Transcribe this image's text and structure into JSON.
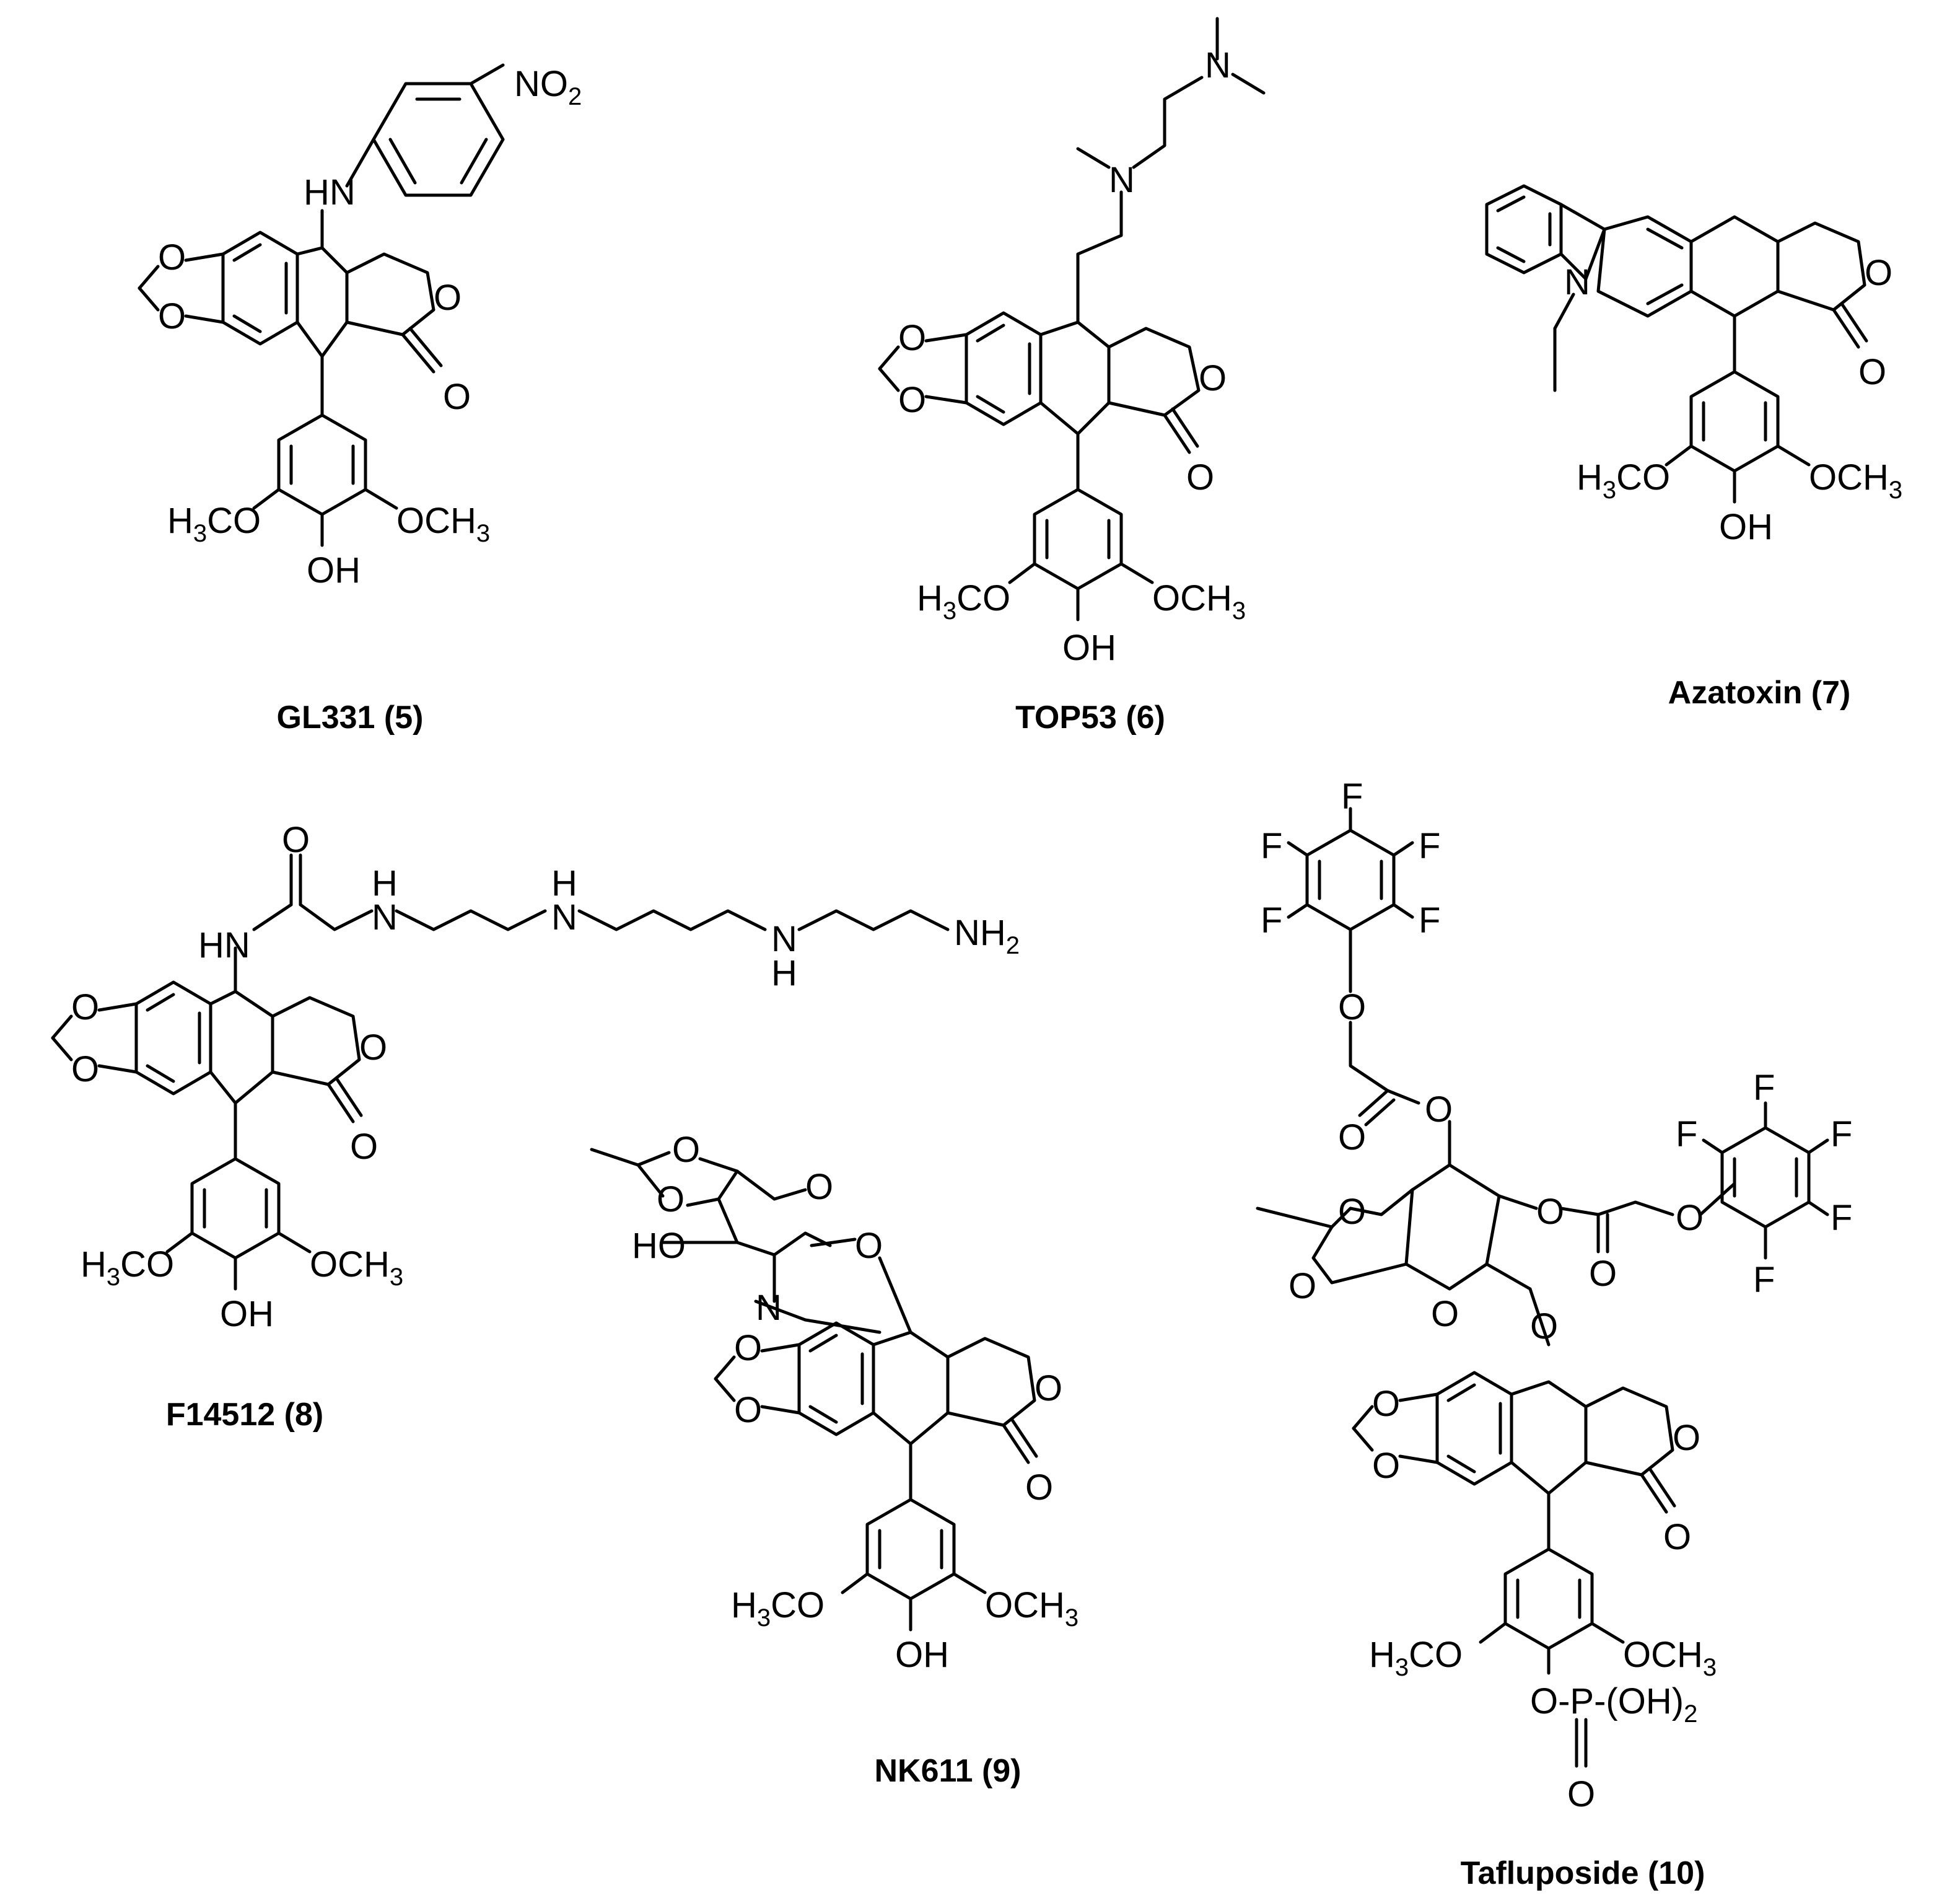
{
  "molecules": [
    {
      "id": "gl331",
      "caption": "GL331 (5)",
      "atoms": {
        "nitro": "NO",
        "nitro_sub": "2",
        "amine": "HN",
        "ring_o1": "O",
        "ring_o2": "O",
        "lactone_o": "O",
        "carbonyl_o": "O",
        "methoxy_left": "H",
        "methoxy_left_sub": "3",
        "methoxy_left_tail": "CO",
        "methoxy_right": "OCH",
        "methoxy_right_sub": "3",
        "hydroxyl": "OH"
      }
    },
    {
      "id": "top53",
      "caption": "TOP53 (6)",
      "atoms": {
        "n_top": "N",
        "n_mid": "N",
        "ring_o1": "O",
        "ring_o2": "O",
        "lactone_o": "O",
        "carbonyl_o": "O",
        "methoxy_left": "H",
        "methoxy_left_sub": "3",
        "methoxy_left_tail": "CO",
        "methoxy_right": "OCH",
        "methoxy_right_sub": "3",
        "hydroxyl": "OH"
      }
    },
    {
      "id": "azatoxin",
      "caption": "Azatoxin (7)",
      "atoms": {
        "indole_n": "N",
        "lactone_o": "O",
        "carbonyl_o": "O",
        "methoxy_left": "H",
        "methoxy_left_sub": "3",
        "methoxy_left_tail": "CO",
        "methoxy_right": "OCH",
        "methoxy_right_sub": "3",
        "hydroxyl": "OH"
      }
    },
    {
      "id": "f14512",
      "caption": "F14512 (8)",
      "atoms": {
        "amide_o": "O",
        "amide_n": "HN",
        "n1": "H",
        "n1b": "N",
        "n2": "H",
        "n2b": "N",
        "n3": "N",
        "n3b": "H",
        "nh2": "NH",
        "nh2_sub": "2",
        "ring_o1": "O",
        "ring_o2": "O",
        "lactone_o": "O",
        "carbonyl_o": "O",
        "methoxy_left": "H",
        "methoxy_left_sub": "3",
        "methoxy_left_tail": "CO",
        "methoxy_right": "OCH",
        "methoxy_right_sub": "3",
        "hydroxyl": "OH"
      }
    },
    {
      "id": "nk611",
      "caption": "NK611 (9)",
      "atoms": {
        "sugar_o1": "O",
        "sugar_o2": "O",
        "sugar_o3": "O",
        "glyco_o": "O",
        "sugar_ho": "HO",
        "sugar_n": "N",
        "ring_o1": "O",
        "ring_o2": "O",
        "lactone_o": "O",
        "carbonyl_o": "O",
        "methoxy_left": "H",
        "methoxy_left_sub": "3",
        "methoxy_left_tail": "CO",
        "methoxy_right": "OCH",
        "methoxy_right_sub": "3",
        "hydroxyl": "OH"
      }
    },
    {
      "id": "tafluposide",
      "caption": "Tafluposide (10)",
      "atoms": {
        "f": "F",
        "ether_o1": "O",
        "ester_o1a": "O",
        "ester_o1b": "O",
        "ester_o2a": "O",
        "ester_o2b": "O",
        "ether_o2": "O",
        "acetal_o1": "O",
        "acetal_o2": "O",
        "pyran_o": "O",
        "glyco_o": "O",
        "ring_o1": "O",
        "ring_o2": "O",
        "lactone_o": "O",
        "carbonyl_o": "O",
        "methoxy_left": "H",
        "methoxy_left_sub": "3",
        "methoxy_left_tail": "CO",
        "methoxy_right": "OCH",
        "methoxy_right_sub": "3",
        "phosphate": "O-P-(OH)",
        "phosphate_sub": "2",
        "phosphate_o": "O"
      }
    }
  ]
}
